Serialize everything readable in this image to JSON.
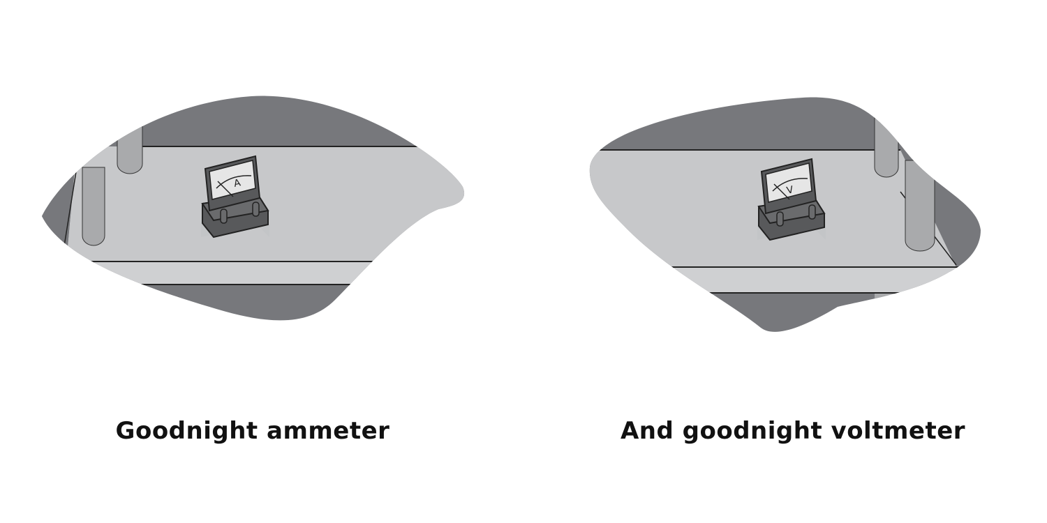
{
  "panels": [
    {
      "caption": "Goodnight ammeter",
      "meter_letter": "A"
    },
    {
      "caption": "And goodnight voltmeter",
      "meter_letter": "V"
    }
  ],
  "colors": {
    "dark": "#77787c",
    "floor": "#c7c8ca",
    "band": "#cfd0d2",
    "pillar": "#a9aaac",
    "meter": "#58595b",
    "face": "#e6e6e6"
  }
}
